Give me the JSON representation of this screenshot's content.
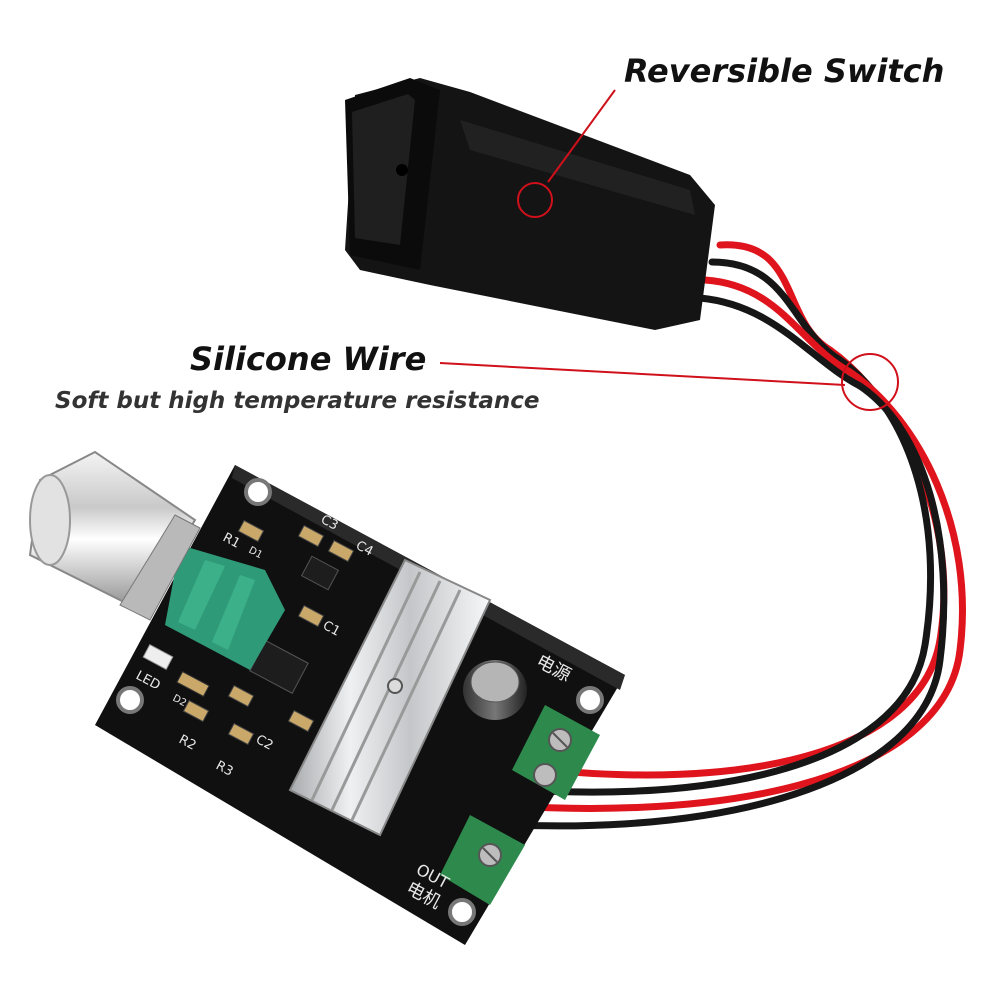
{
  "labels": {
    "reversible_switch": "Reversible Switch",
    "silicone_wire": "Silicone Wire",
    "silicone_wire_sub": "Soft but high temperature resistance"
  },
  "board": {
    "silk_power": "电源",
    "silk_out": "OUT",
    "silk_motor": "电机",
    "silk_led": "LED",
    "silk_r1": "R1",
    "silk_d1": "D1",
    "silk_c3": "C3",
    "silk_c4": "C4",
    "silk_c1": "C1",
    "silk_r2": "R2",
    "silk_r3": "R3",
    "silk_c2": "C2",
    "silk_d2": "D2"
  },
  "colors": {
    "annotation_red": "#d0101a",
    "pcb_black": "#111111",
    "wire_red": "#e0141c",
    "wire_black": "#161616",
    "terminal_green": "#2e8a4c",
    "pot_green": "#2f9a78"
  }
}
